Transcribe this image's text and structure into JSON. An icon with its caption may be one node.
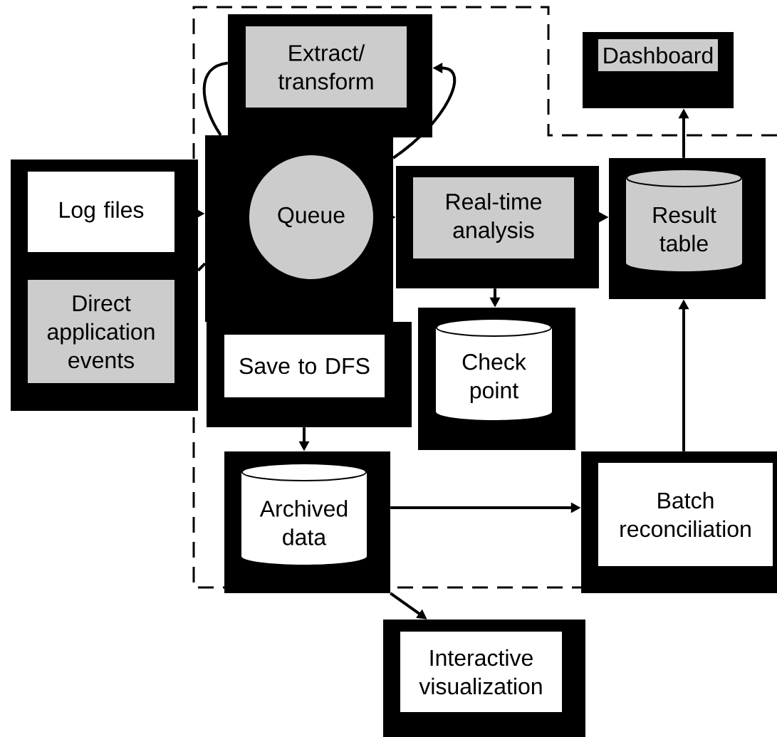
{
  "diagram": {
    "nodes": [
      {
        "text": [
          "Log files"
        ]
      },
      {
        "text": [
          "Direct application events"
        ]
      },
      {
        "text": [
          "Queue"
        ]
      },
      {
        "text": [
          "Extract/ transform"
        ]
      },
      {
        "text": [
          "Save to DFS"
        ]
      },
      {
        "text": [
          "Real-time analysis"
        ]
      },
      {
        "text": [
          "Check point"
        ]
      },
      {
        "text": [
          "Result table"
        ]
      },
      {
        "text": [
          "Dashboard"
        ]
      },
      {
        "text": [
          "Archived data"
        ]
      },
      {
        "text": [
          "Batch reconciliation"
        ]
      },
      {
        "text": [
          "Interactive visualization"
        ]
      }
    ],
    "edges": [
      {
        "from": 0,
        "to": 2,
        "arrow": "to"
      },
      {
        "from": 1,
        "to": 2,
        "arrow": "none"
      },
      {
        "from": 2,
        "to": 3,
        "arrow": "none"
      },
      {
        "from": 2,
        "to": 3,
        "arrow": "to"
      },
      {
        "from": 2,
        "to": 5,
        "arrow": "to"
      },
      {
        "from": 5,
        "to": 7,
        "arrow": "to"
      },
      {
        "from": 5,
        "to": 6,
        "arrow": "to"
      },
      {
        "from": 7,
        "to": 8,
        "arrow": "to"
      },
      {
        "from": 10,
        "to": 7,
        "arrow": "to"
      },
      {
        "from": 4,
        "to": 9,
        "arrow": "to"
      },
      {
        "from": 9,
        "to": 10,
        "arrow": "to"
      },
      {
        "from": 9,
        "to": 11,
        "arrow": "to"
      }
    ]
  }
}
